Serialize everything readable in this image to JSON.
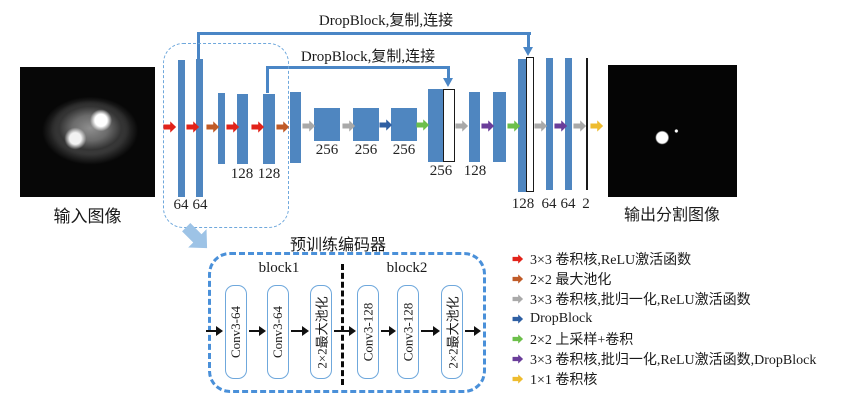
{
  "diagram": {
    "skip_labels": [
      "DropBlock,复制,连接",
      "DropBlock,复制,连接"
    ],
    "input_label": "输入图像",
    "output_label": "输出分割图像",
    "channels": [
      "64",
      "64",
      "128",
      "128",
      "256",
      "256",
      "256",
      "256",
      "128",
      "128",
      "64",
      "64",
      "2"
    ]
  },
  "pretrain": {
    "title": "预训练编码器",
    "block1_label": "block1",
    "block2_label": "block2",
    "layers": [
      "Conv3-64",
      "Conv3-64",
      "2×2最大池化",
      "Conv3-128",
      "Conv3-128",
      "2×2最大池化"
    ]
  },
  "legend": {
    "items": [
      {
        "color": "#e2231a",
        "label": "3×3 卷积核,ReLU激活函数"
      },
      {
        "color": "#c05b28",
        "label": "2×2 最大池化"
      },
      {
        "color": "#a9a9a9",
        "label": "3×3 卷积核,批归一化,ReLU激活函数"
      },
      {
        "color": "#2e5fa3",
        "label": "DropBlock"
      },
      {
        "color": "#6cbf4a",
        "label": "2×2 上采样+卷积"
      },
      {
        "color": "#6a3d9a",
        "label": "3×3 卷积核,批归一化,ReLU激活函数,DropBlock"
      },
      {
        "color": "#eebc2f",
        "label": "1×1 卷积核"
      }
    ]
  },
  "colors": {
    "bar_blue": "#4f86c0",
    "skip_line_blue": "#4a86c6",
    "dashed_box_blue": "#5b9bd5",
    "pretrain_arrow_light_blue": "#9dc3e6"
  }
}
